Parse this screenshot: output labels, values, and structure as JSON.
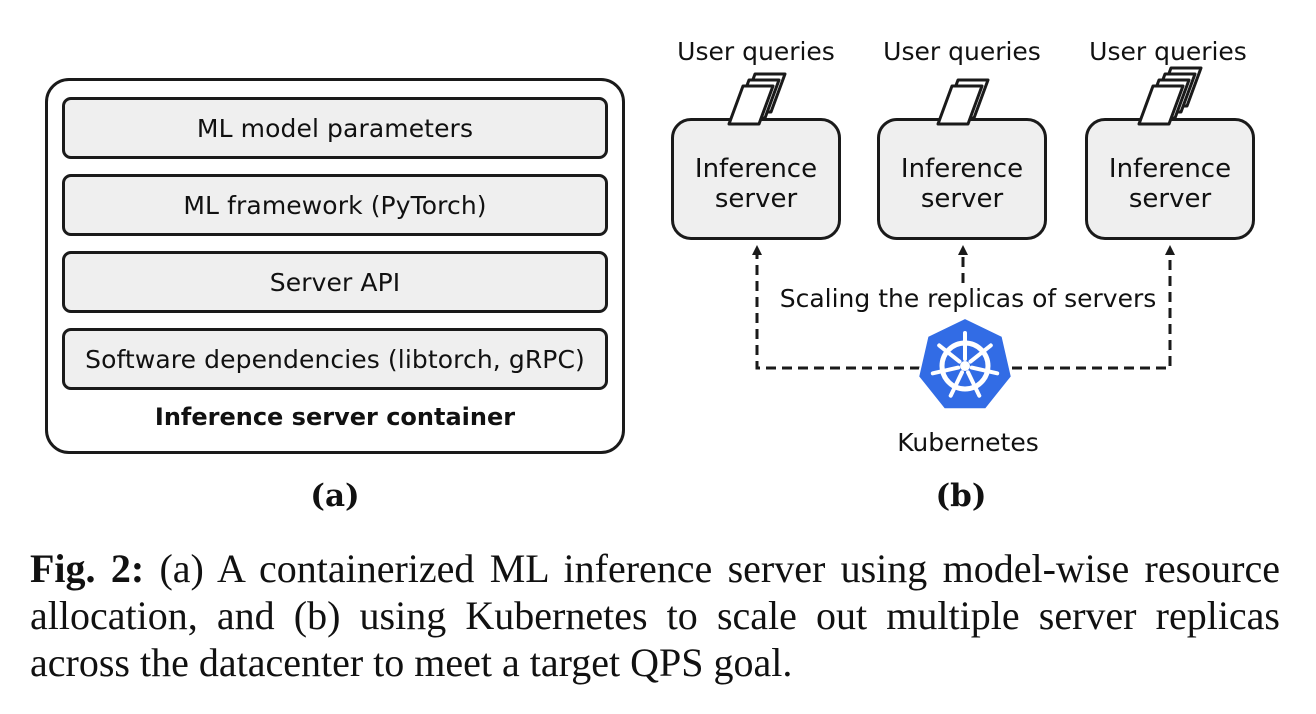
{
  "panel_a": {
    "layers": [
      "ML model parameters",
      "ML framework (PyTorch)",
      "Server API",
      "Software dependencies (libtorch, gRPC)"
    ],
    "container_label": "Inference server container",
    "sub_label": "(a)"
  },
  "panel_b": {
    "servers": [
      {
        "query_label": "User queries",
        "line1": "Inference",
        "line2": "server",
        "query_count": 3
      },
      {
        "query_label": "User queries",
        "line1": "Inference",
        "line2": "server",
        "query_count": 2
      },
      {
        "query_label": "User queries",
        "line1": "Inference",
        "line2": "server",
        "query_count": 4
      }
    ],
    "scaling_label": "Scaling the replicas of servers",
    "orchestrator_label": "Kubernetes",
    "orchestrator_icon": "kubernetes-helm-icon",
    "orchestrator_color": "#326ce5",
    "sub_label": "(b)"
  },
  "caption": {
    "tag": "Fig. 2:",
    "text": "(a) A containerized ML inference server using model-wise resource allocation, and (b) using Kubernetes to scale out multiple server replicas across the datacenter to meet a target QPS goal."
  }
}
